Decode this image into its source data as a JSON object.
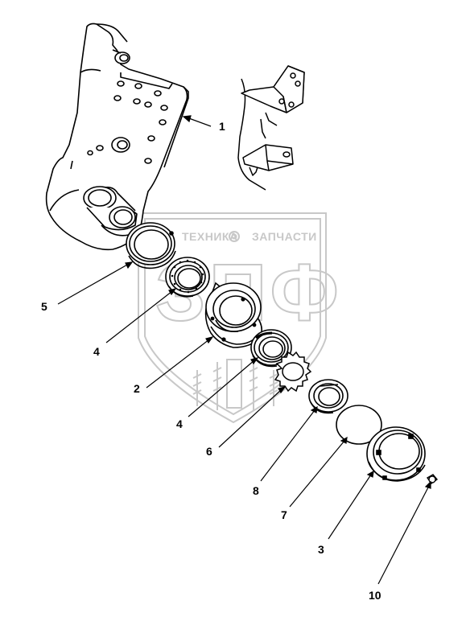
{
  "watermark": {
    "text_left": "ТЕХНИКА",
    "text_right": "ЗАПЧАСТИ",
    "logo_letters": "ЗПФ",
    "color": "#c8c8c8"
  },
  "callouts": [
    {
      "id": "c1",
      "label": "1",
      "part": "bracket"
    },
    {
      "id": "c2",
      "label": "2",
      "part": "housing"
    },
    {
      "id": "c3",
      "label": "3",
      "part": "cover"
    },
    {
      "id": "c4a",
      "label": "4",
      "part": "bearing-upper"
    },
    {
      "id": "c4b",
      "label": "4",
      "part": "bearing-lower"
    },
    {
      "id": "c5",
      "label": "5",
      "part": "seal"
    },
    {
      "id": "c6",
      "label": "6",
      "part": "lock-washer"
    },
    {
      "id": "c7",
      "label": "7",
      "part": "gasket"
    },
    {
      "id": "c8",
      "label": "8",
      "part": "nut"
    },
    {
      "id": "c10",
      "label": "10",
      "part": "bolt"
    }
  ],
  "colors": {
    "line": "#000000",
    "fill": "#ffffff",
    "shade": "#d9d9d9"
  }
}
